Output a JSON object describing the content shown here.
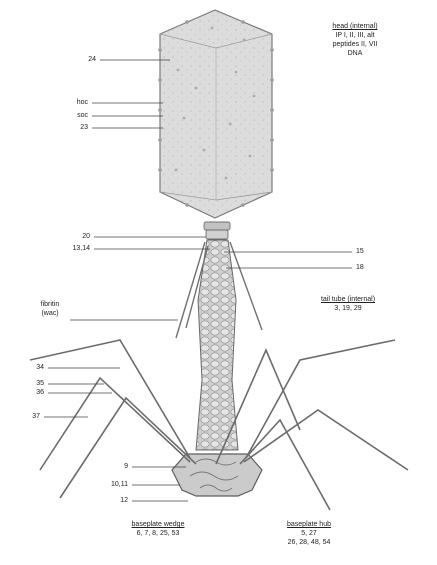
{
  "labels": {
    "left": {
      "l24": "24",
      "hoc": "hoc",
      "soc": "soc",
      "l23": "23",
      "l20": "20",
      "l1314": "13,14",
      "l34": "34",
      "l35": "35",
      "l36": "36",
      "l37": "37",
      "l9": "9",
      "l1011": "10,11",
      "l12": "12"
    },
    "right": {
      "l15": "15",
      "l18": "18"
    },
    "fibritin": {
      "line1": "fibritin",
      "line2": "(wac)"
    },
    "head_internal": {
      "title": "head (internal)",
      "line2": "IP I, II, III, alt",
      "line3": "peptides II, VII",
      "line4": "DNA"
    },
    "tail_tube": {
      "title": "tail tube (internal)",
      "line2": "3, 19, 29"
    },
    "baseplate_wedge": {
      "title": "baseplate wedge",
      "line2": "6, 7, 8, 25, 53"
    },
    "baseplate_hub": {
      "title": "baseplate hub",
      "line2": "5, 27",
      "line3": "26, 28, 48, 54"
    }
  }
}
